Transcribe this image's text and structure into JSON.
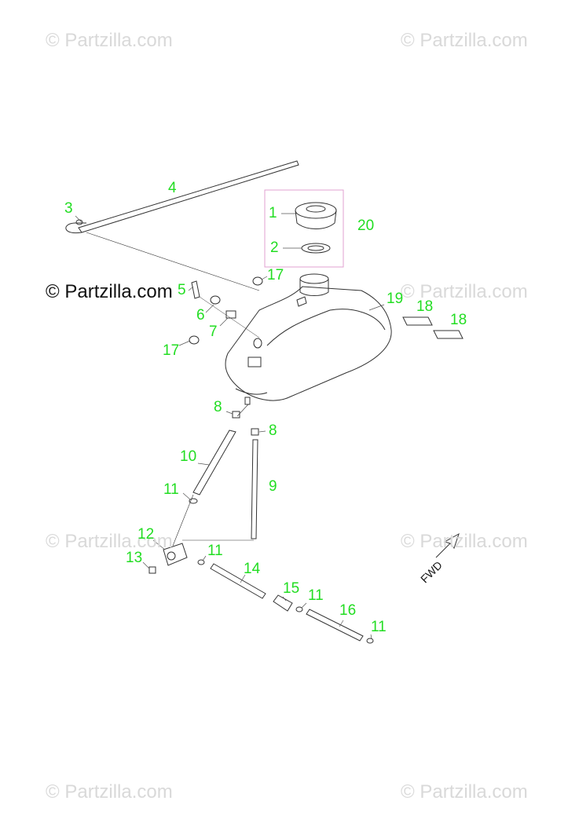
{
  "watermarks": {
    "top_left": "© Partzilla.com",
    "top_right": "© Partzilla.com",
    "middle_left": "© Partzilla.com",
    "middle_right": "© Partzilla.com",
    "bottom_left": "© Partzilla.com",
    "bottom_right": "© Partzilla.com",
    "center_dark": "© Partzilla.com"
  },
  "callouts": {
    "c1": "1",
    "c2": "2",
    "c3": "3",
    "c4": "4",
    "c5": "5",
    "c6": "6",
    "c7": "7",
    "c8a": "8",
    "c8b": "8",
    "c9": "9",
    "c10": "10",
    "c11a": "11",
    "c11b": "11",
    "c11c": "11",
    "c11d": "11",
    "c12": "12",
    "c13": "13",
    "c14": "14",
    "c15": "15",
    "c16": "16",
    "c17a": "17",
    "c17b": "17",
    "c18a": "18",
    "c18b": "18",
    "c19": "19",
    "c20": "20"
  },
  "direction_label": "FWD",
  "colors": {
    "callout": "#22dd22",
    "callout_black": "#000000",
    "group_box": "#e0a0d0",
    "line": "#333333"
  }
}
